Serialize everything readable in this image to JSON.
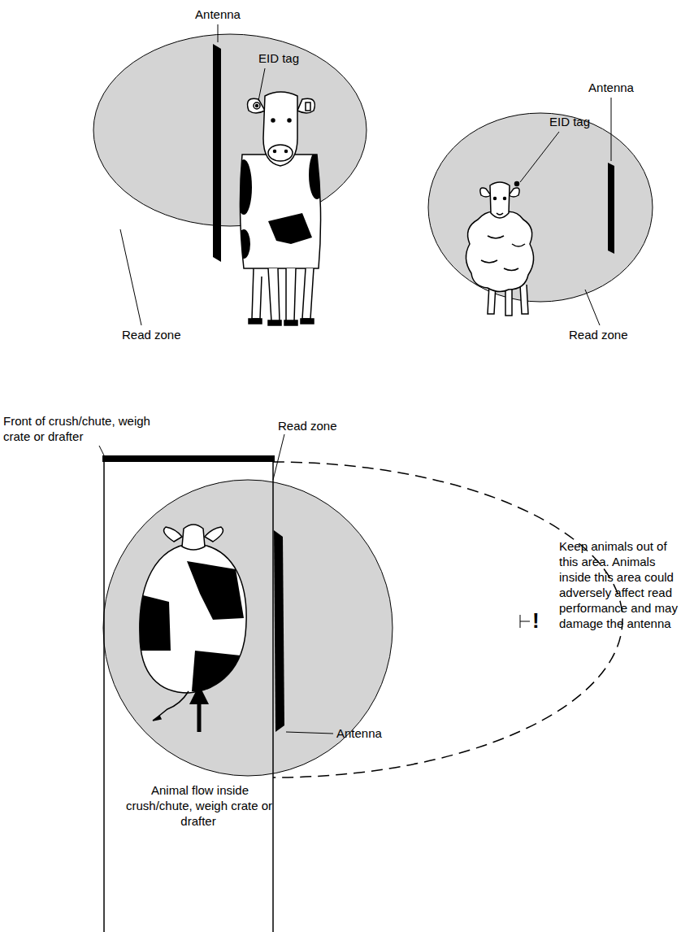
{
  "diagram": {
    "labels": [
      "Antenna",
      "EID tag",
      "Antenna",
      "EID tag",
      "Read zone",
      "Read zone",
      "Front of crush/chute, weigh crate or drafter",
      "Read zone",
      "Keep animals out of this area. Animals inside this area could adversely affect read performance and may damage the antenna",
      "!",
      "Animal flow inside crush/chute, weigh crate or drafter",
      "Antenna"
    ]
  }
}
